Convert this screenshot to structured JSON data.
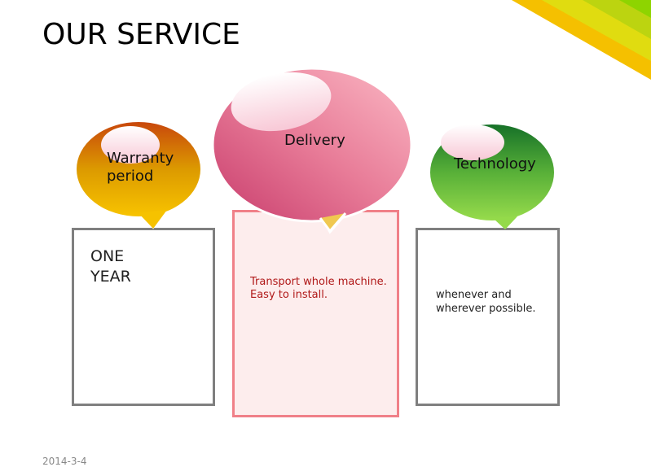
{
  "title": "OUR SERVICE",
  "cards": [
    {
      "heading": "Warranty period",
      "heading_lines": [
        "Warranty",
        "period"
      ],
      "body": [
        "ONE",
        "YEAR"
      ],
      "color": "#e8a000"
    },
    {
      "heading": "Delivery",
      "body": [
        "Transport whole machine.",
        "Easy to install."
      ],
      "color": "#e0708e"
    },
    {
      "heading": "Technology",
      "body": [
        "whenever and",
        "wherever possible."
      ],
      "color": "#5cb83a"
    }
  ],
  "footer": {
    "date": "2014-3-4"
  }
}
